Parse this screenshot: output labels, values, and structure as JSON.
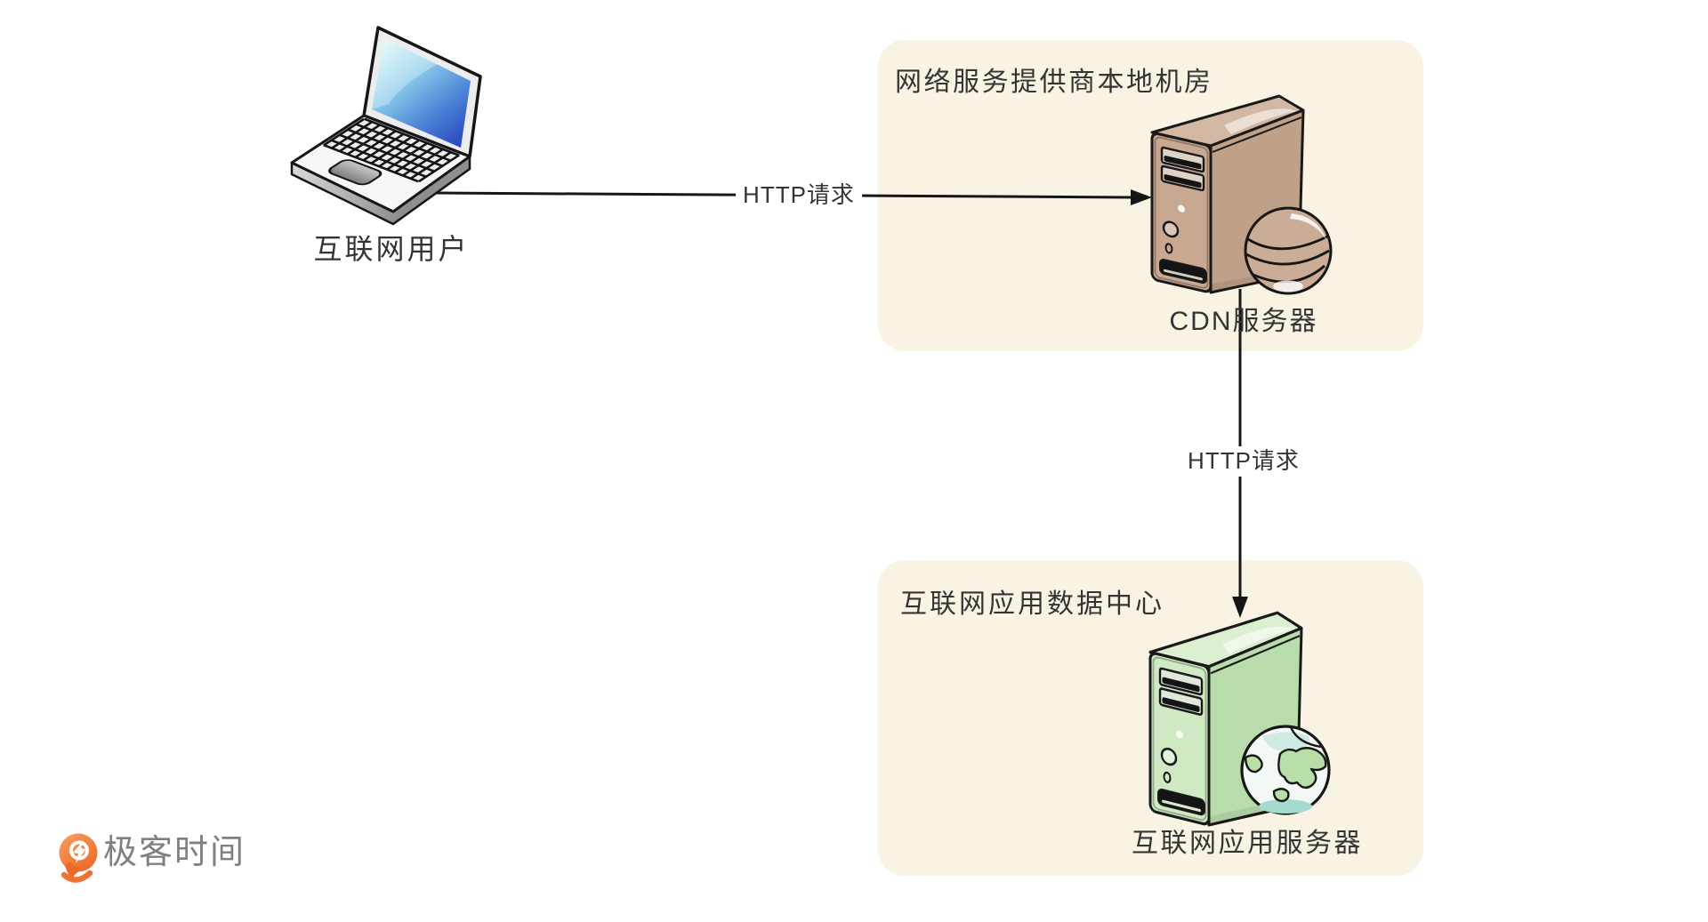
{
  "diagram": {
    "user": {
      "label": "互联网用户",
      "icon": "laptop-icon"
    },
    "request_user_to_cdn": {
      "label": "HTTP请求",
      "direction": "left-to-right"
    },
    "isp_zone": {
      "title": "网络服务提供商本地机房"
    },
    "cdn_server": {
      "label": "CDN服务器",
      "icon": "cdn-server-icon"
    },
    "request_cdn_to_app": {
      "label": "HTTP请求",
      "direction": "top-to-bottom"
    },
    "idc_zone": {
      "title": "互联网应用数据中心"
    },
    "app_server": {
      "label": "互联网应用服务器",
      "icon": "app-server-icon"
    }
  },
  "branding": {
    "logo_text": "极客时间"
  },
  "colors": {
    "page_background": "#ffffff",
    "zone_fill": "#f8f3e2",
    "label_text": "#363433",
    "arrow": "#161616",
    "cdn_server_body": "#c8a890",
    "app_server_body": "#cfeac3",
    "laptop_screen_top": "#d9f4f9",
    "laptop_screen_bottom": "#2543bc",
    "logo_orange": "#ec6926",
    "logo_text_gray": "#807f81"
  }
}
